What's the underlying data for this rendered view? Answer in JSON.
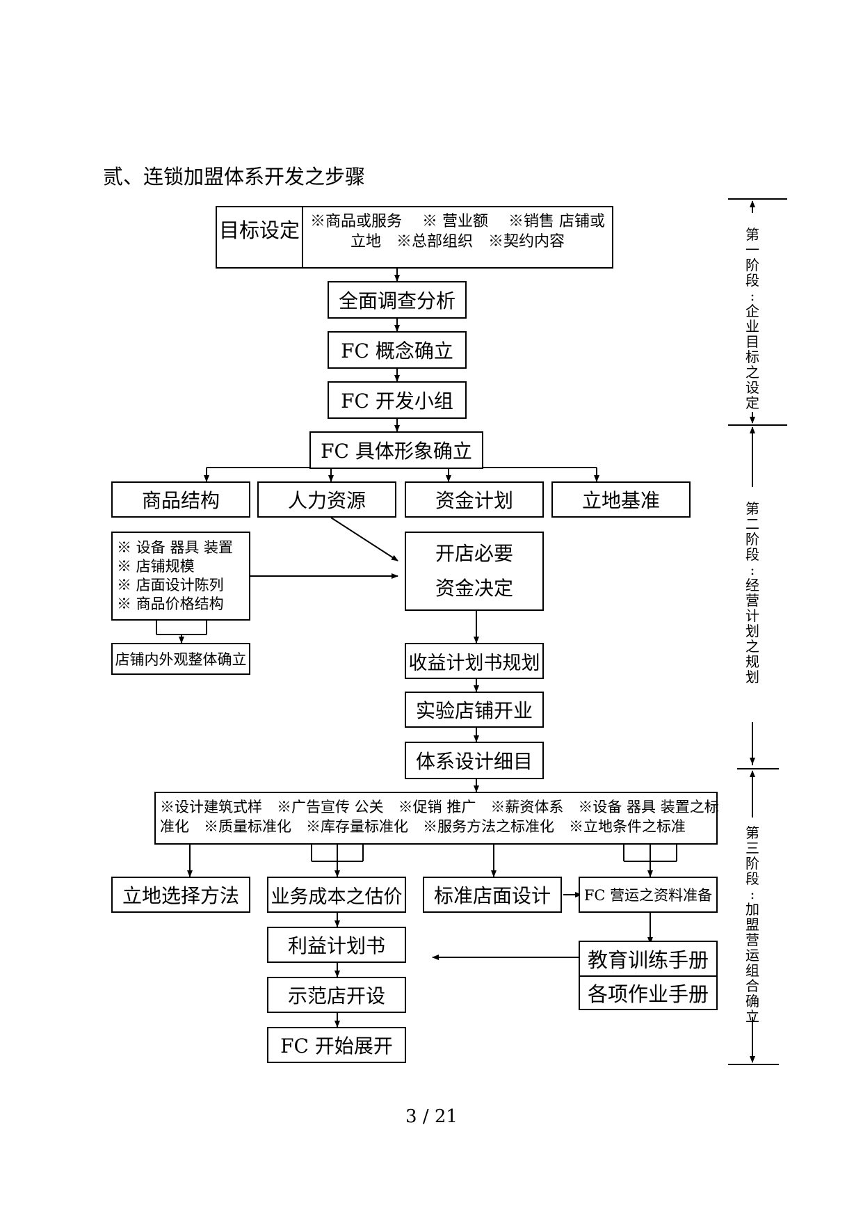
{
  "title": "贰、连锁加盟体系开发之步骤",
  "page_number": "3 / 21",
  "goal": {
    "label": "目标设定",
    "items_line1": "※商品或服务　 ※ 营业额　 ※销售 店铺或",
    "items_line2": "立地　※总部组织　※契约内容"
  },
  "steps": {
    "survey": "全面调查分析",
    "concept": "FC 概念确立",
    "team": "FC 开发小组",
    "image": "FC 具体形象确立"
  },
  "branches": {
    "product": "商品结构",
    "hr": "人力资源",
    "funding": "资金计划",
    "site": "立地基准"
  },
  "product_details": [
    "※ 设备 器具 装置",
    "※ 店铺规模",
    "※ 店面设计陈列",
    "※ 商品价格结构"
  ],
  "appearance": "店铺内外观整体确立",
  "funding_decision": {
    "line1": "开店必要",
    "line2": "资金决定"
  },
  "profit_plan": "收益计划书规划",
  "pilot_store": "实验店铺开业",
  "system_design": "体系设计细目",
  "standards": {
    "line1": "※设计建筑式样　※广告宣传 公关　※促销 推广　※薪资体系　※设备 器具 装置之标",
    "line2": "准化　※质量标准化　※库存量标准化　※服务方法之标准化　※立地条件之标准"
  },
  "outputs": {
    "site_method": "立地选择方法",
    "cost_estimate": "业务成本之估价",
    "store_design": "标准店面设计",
    "ops_materials": "FC 营运之资料准备",
    "profit_book": "利益计划书",
    "demo_store": "示范店开设",
    "launch": "FC 开始展开",
    "training_manual": "教育训练手册",
    "ops_manual": "各项作业手册"
  },
  "stages": [
    {
      "name": "第一阶段",
      "subtitle": "企业目标之设定"
    },
    {
      "name": "第二阶段",
      "subtitle": "经营计划之规划"
    },
    {
      "name": "第三阶段",
      "subtitle": "加盟营运组合确立"
    }
  ]
}
